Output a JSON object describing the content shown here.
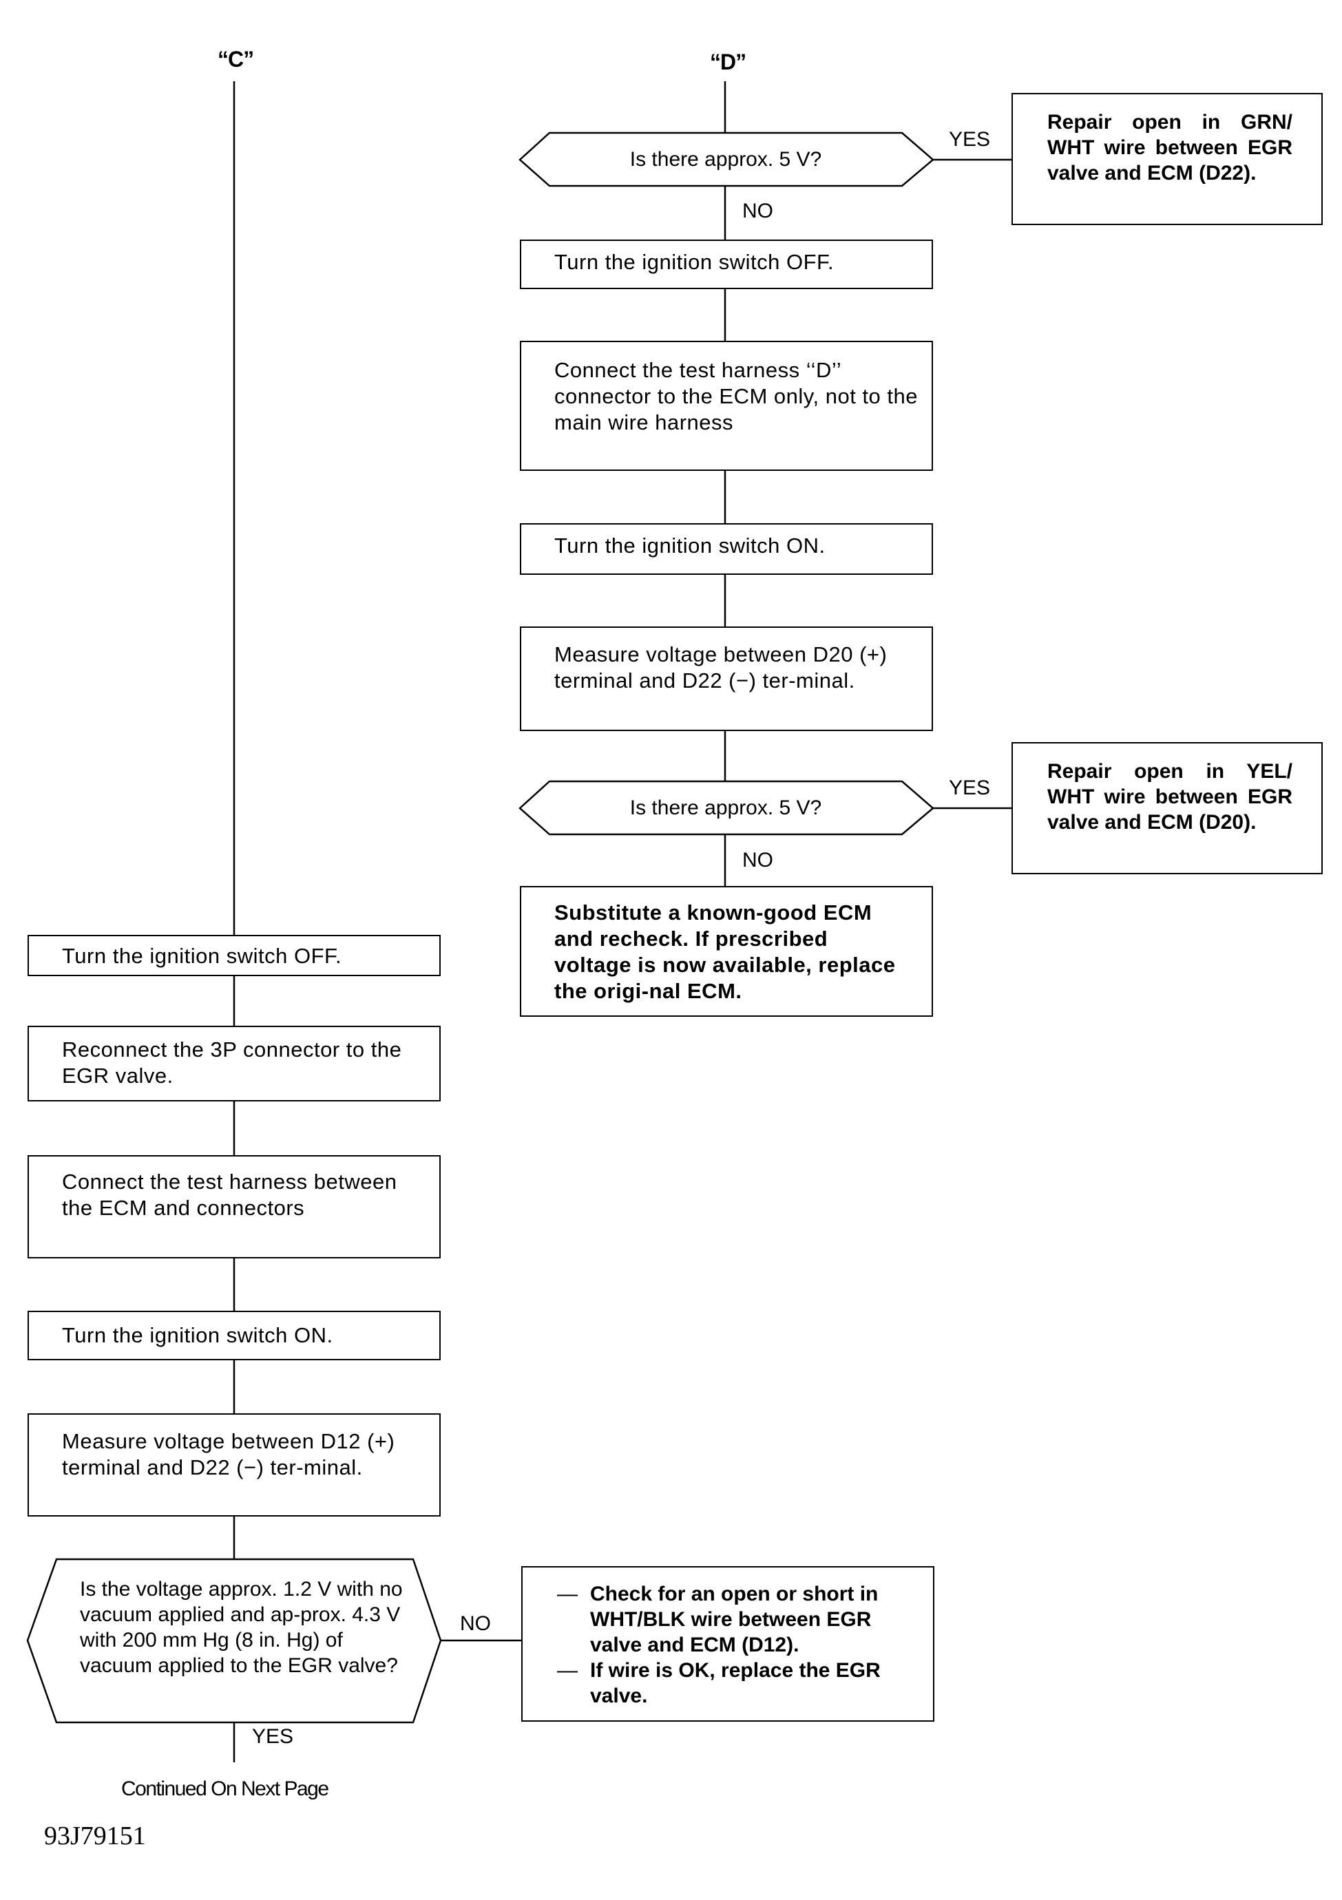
{
  "connectors": {
    "c": "“C”",
    "d": "“D”"
  },
  "right_column": {
    "q1": "Is there approx. 5 V?",
    "q1_yes": "YES",
    "q1_no": "NO",
    "repair1": "Repair open in GRN/ WHT wire between EGR valve and ECM (D22).",
    "step1": "Turn the ignition switch OFF.",
    "step2": "Connect the test harness ‘‘D’’ connector to the ECM only, not to the main wire harness",
    "step3": "Turn the ignition switch ON.",
    "step4": "Measure voltage between D20 (+) terminal and D22 (−) ter-minal.",
    "q2": "Is there approx. 5 V?",
    "q2_yes": "YES",
    "q2_no": "NO",
    "repair2": "Repair open in YEL/ WHT wire between EGR valve and ECM (D20).",
    "substitute": "Substitute a known-good ECM and recheck. If prescribed voltage is now available, replace the origi-nal ECM."
  },
  "left_column": {
    "step1": "Turn the ignition switch OFF.",
    "step2": "Reconnect the 3P connector to the EGR valve.",
    "step3": "Connect the test harness between the ECM and connectors",
    "step4": "Turn the ignition switch ON.",
    "step5": "Measure voltage between D12 (+) terminal and D22 (−) ter-minal.",
    "q": "Is the voltage approx. 1.2 V with no vacuum applied and ap-prox. 4.3 V with 200 mm Hg (8 in. Hg) of vacuum applied to the EGR valve?",
    "q_no": "NO",
    "q_yes": "YES",
    "check1": "Check for an open or short in WHT/BLK wire between EGR valve and ECM (D12).",
    "check2": "If wire is OK, replace the EGR valve."
  },
  "footer": {
    "continued": "Continued On Next Page",
    "code": "93J79151"
  }
}
